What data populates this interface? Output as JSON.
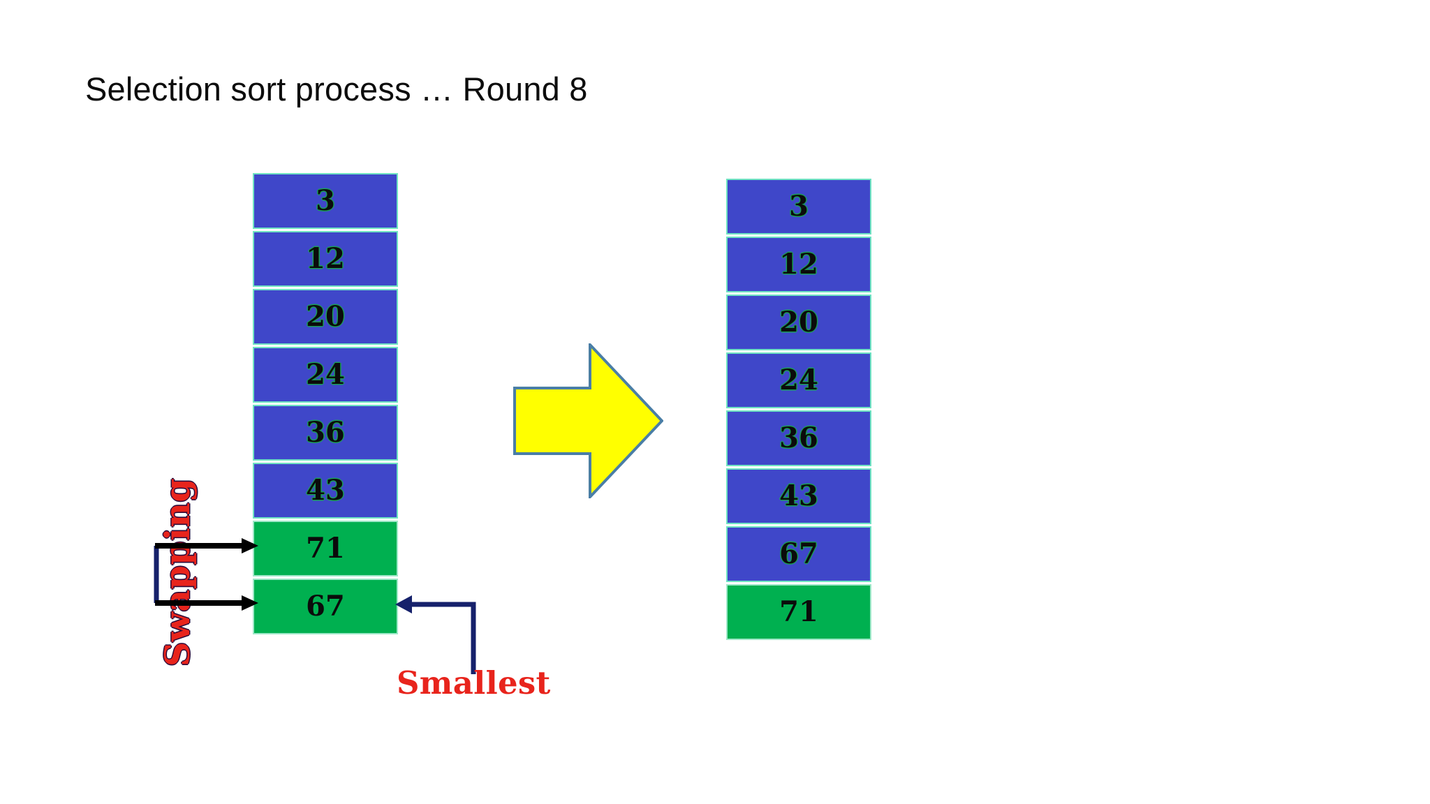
{
  "slide": {
    "title": "Selection sort process … Round 8",
    "background": "#FFFFFF"
  },
  "colors": {
    "unsorted_block": "#3F47C9",
    "sorted_block": "#00B050",
    "block_border": "#6FE3C2",
    "value_text": "#0B0B0B",
    "value_outline": "#1A9E56",
    "label_red": "#E8241C",
    "arrow_yellow": "#FFFF00",
    "arrow_yellow_outline": "#4A7EA6",
    "pointer_navy": "#16216B",
    "swap_arrow_black": "#000000",
    "title_text": "#0D0D0D"
  },
  "arrays": {
    "before": {
      "caption": "before-swap-array",
      "cells": [
        {
          "value": "3",
          "state": "unsorted"
        },
        {
          "value": "12",
          "state": "unsorted"
        },
        {
          "value": "20",
          "state": "unsorted"
        },
        {
          "value": "24",
          "state": "unsorted"
        },
        {
          "value": "36",
          "state": "unsorted"
        },
        {
          "value": "43",
          "state": "unsorted"
        },
        {
          "value": "71",
          "state": "highlighted"
        },
        {
          "value": "67",
          "state": "highlighted"
        }
      ]
    },
    "after": {
      "caption": "after-swap-array",
      "cells": [
        {
          "value": "3",
          "state": "unsorted"
        },
        {
          "value": "12",
          "state": "unsorted"
        },
        {
          "value": "20",
          "state": "unsorted"
        },
        {
          "value": "24",
          "state": "unsorted"
        },
        {
          "value": "36",
          "state": "unsorted"
        },
        {
          "value": "43",
          "state": "unsorted"
        },
        {
          "value": "67",
          "state": "unsorted"
        },
        {
          "value": "71",
          "state": "highlighted"
        }
      ]
    }
  },
  "annotations": {
    "swapping_label": "Swapping",
    "smallest_label": "Smallest"
  },
  "icons": {
    "transition_arrow": "right-arrow-icon",
    "swap_arrow_top": "swap-arrow-top-icon",
    "swap_arrow_bottom": "swap-arrow-bottom-icon",
    "smallest_pointer": "elbow-left-arrow-icon"
  }
}
